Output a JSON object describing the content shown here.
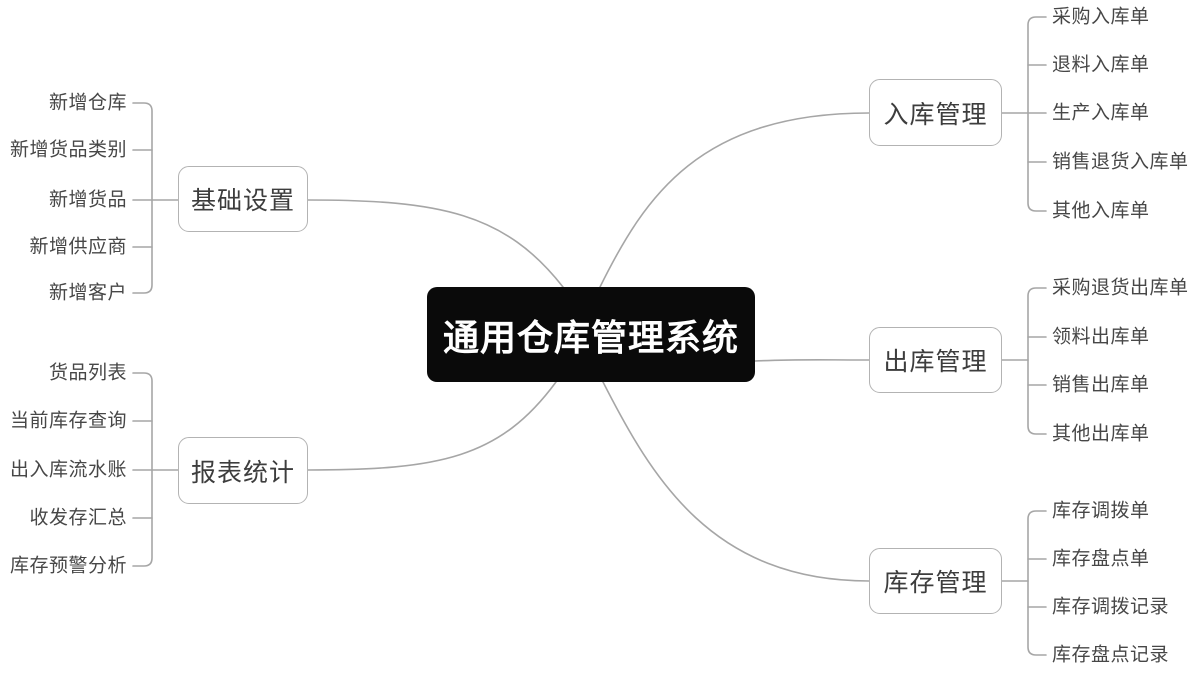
{
  "root": {
    "label": "通用仓库管理系统"
  },
  "branches": [
    {
      "id": "basic-settings",
      "label": "基础设置",
      "side": "left",
      "children": [
        "新增仓库",
        "新增货品类别",
        "新增货品",
        "新增供应商",
        "新增客户"
      ]
    },
    {
      "id": "report-statistics",
      "label": "报表统计",
      "side": "left",
      "children": [
        "货品列表",
        "当前库存查询",
        "出入库流水账",
        "收发存汇总",
        "库存预警分析"
      ]
    },
    {
      "id": "inbound-management",
      "label": "入库管理",
      "side": "right",
      "children": [
        "采购入库单",
        "退料入库单",
        "生产入库单",
        "销售退货入库单",
        "其他入库单"
      ]
    },
    {
      "id": "outbound-management",
      "label": "出库管理",
      "side": "right",
      "children": [
        "采购退货出库单",
        "领料出库单",
        "销售出库单",
        "其他出库单"
      ]
    },
    {
      "id": "inventory-management",
      "label": "库存管理",
      "side": "right",
      "children": [
        "库存调拨单",
        "库存盘点单",
        "库存调拨记录",
        "库存盘点记录"
      ]
    }
  ],
  "colors": {
    "background": "#ffffff",
    "root_fill": "#0a0a0a",
    "root_text": "#ffffff",
    "branch_border": "#b3b3b3",
    "branch_text": "#3d3d3d",
    "leaf_text": "#474747",
    "connector": "#a6a6a6"
  }
}
